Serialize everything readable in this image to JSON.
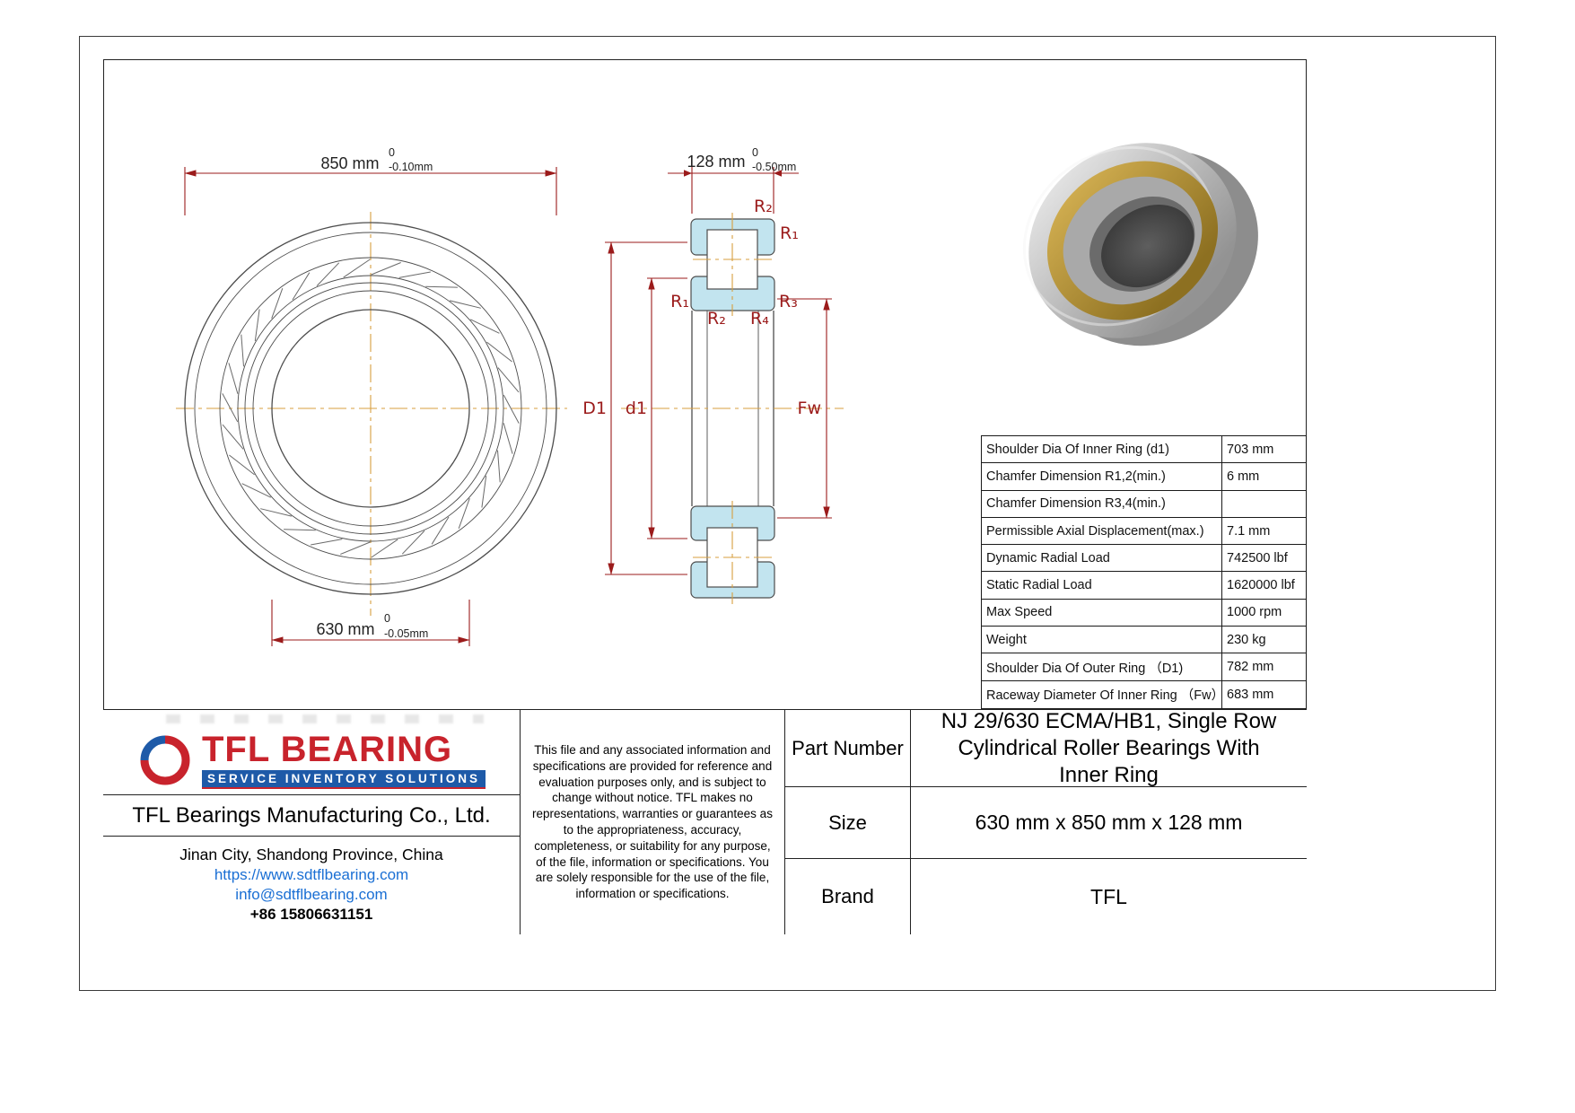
{
  "drawing": {
    "front_view": {
      "dim_outer": {
        "value": "850 mm",
        "tol_upper": "0",
        "tol_lower": "-0.10mm"
      },
      "dim_bore": {
        "value": "630 mm",
        "tol_upper": "0",
        "tol_lower": "-0.05mm"
      }
    },
    "section_view": {
      "dim_width": {
        "value": "128 mm",
        "tol_upper": "0",
        "tol_lower": "-0.50mm"
      },
      "labels": {
        "r2_top": "R₂",
        "r1_right": "R₁",
        "r1_left": "R₁",
        "r2_bottom": "R₂",
        "r3_right": "R₃",
        "r4_bottom": "R₄",
        "d1_outer": "D1",
        "d1_inner": "d1",
        "fw": "Fw"
      }
    }
  },
  "spec_table": {
    "rows": [
      {
        "label": "Shoulder Dia Of Inner Ring (d1)",
        "value": "703 mm"
      },
      {
        "label": "Chamfer Dimension R1,2(min.)",
        "value": "6 mm"
      },
      {
        "label": "Chamfer Dimension R3,4(min.)",
        "value": ""
      },
      {
        "label": "Permissible Axial Displacement(max.)",
        "value": "7.1 mm"
      },
      {
        "label": "Dynamic Radial Load",
        "value": "742500 lbf"
      },
      {
        "label": "Static Radial Load",
        "value": "1620000 lbf"
      },
      {
        "label": "Max Speed",
        "value": "1000 rpm"
      },
      {
        "label": "Weight",
        "value": "230 kg"
      },
      {
        "label": "Shoulder Dia Of Outer Ring （D1)",
        "value": "782 mm"
      },
      {
        "label": "Raceway Diameter Of Inner Ring （Fw）",
        "value": "683 mm"
      }
    ]
  },
  "title_block": {
    "logo": {
      "name": "TFL BEARING",
      "tagline": "SERVICE INVENTORY SOLUTIONS"
    },
    "company": "TFL Bearings Manufacturing Co., Ltd.",
    "address": "Jinan City, Shandong Province, China",
    "website": "https://www.sdtflbearing.com",
    "email": "info@sdtflbearing.com",
    "phone": "+86 15806631151",
    "disclaimer": "This file and any associated information and specifications are provided for reference and evaluation purposes only, and is subject to change without notice. TFL makes no representations, warranties or guarantees as to the appropriateness, accuracy, completeness, or suitability for any purpose, of the file, information or specifications. You are solely responsible for the use of the file, information or specifications.",
    "fields": [
      {
        "label": "Part Number",
        "value": "NJ 29/630 ECMA/HB1, Single Row Cylindrical Roller Bearings With Inner Ring"
      },
      {
        "label": "Size",
        "value": "630 mm x 850 mm x 128 mm"
      },
      {
        "label": "Brand",
        "value": "TFL"
      }
    ]
  },
  "colors": {
    "dimension_red": "#9b1b1b",
    "centerline_tan": "#d79f3f",
    "section_fill_blue": "#c2e4ef",
    "logo_red": "#c8232c",
    "logo_blue": "#1e5aa8",
    "link_blue": "#1a6fd4"
  }
}
